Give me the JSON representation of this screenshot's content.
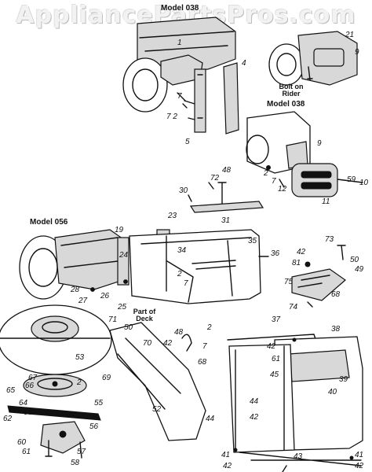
{
  "watermark": "AppliancePartsPros.com",
  "model_labels": {
    "top": "Model 038",
    "right": "Model 038",
    "left": "Model 056"
  },
  "notes": {
    "bolt_on_rider": "Bolt on Rider",
    "part_of_deck": "Part of Deck"
  },
  "callouts": {
    "c1": "1",
    "c4": "4",
    "c72a": "7 2",
    "c5": "5",
    "c7a": "7",
    "c21": "21",
    "c9a": "9",
    "c9b": "9",
    "c2a": "2",
    "c7b": "7",
    "c12": "12",
    "c11": "11",
    "c59": "59",
    "c10": "10",
    "c72b": "72",
    "c48a": "48",
    "c30": "30",
    "c31": "31",
    "c23": "23",
    "c19": "19",
    "c24": "24",
    "c35": "35",
    "c34": "34",
    "c36": "36",
    "c28": "28",
    "c26": "26",
    "c27": "27",
    "c25": "25",
    "c2b": "2",
    "c7c": "7",
    "c42a": "42",
    "c73": "73",
    "c81": "81",
    "c50a": "50",
    "c49": "49",
    "c75": "75",
    "c74": "74",
    "c68a": "68",
    "c71": "71",
    "c50b": "50",
    "c70": "70",
    "c48b": "48",
    "c42b": "42",
    "c2c": "2",
    "c7d": "7",
    "c68b": "68",
    "c37": "37",
    "c38": "38",
    "c42c": "42",
    "c61a": "61",
    "c45": "45",
    "c39": "39",
    "c40": "40",
    "c53": "53",
    "c69": "69",
    "c52": "52",
    "c67": "67",
    "c66": "66",
    "c2d": "2",
    "c65": "65",
    "c64": "64",
    "c55": "55",
    "c63": "63",
    "c62": "62",
    "c56": "56",
    "c60": "60",
    "c61b": "61",
    "c57": "57",
    "c58": "58",
    "c44a": "44",
    "c44b": "44",
    "c42d": "42",
    "c41a": "41",
    "c42e": "42",
    "c43": "43",
    "c41b": "41",
    "c42f": "42"
  }
}
